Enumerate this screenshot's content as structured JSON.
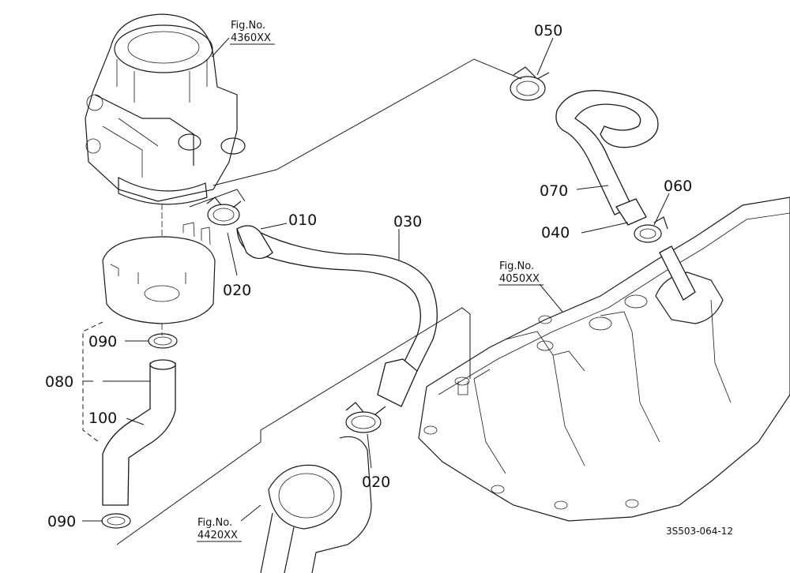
{
  "figure_refs": {
    "breather": [
      "Fig.No.",
      "4360XX"
    ],
    "head_cover": [
      "Fig.No.",
      "4050XX"
    ],
    "intake": [
      "Fig.No.",
      "4420XX"
    ]
  },
  "callouts": {
    "c010": "010",
    "c020a": "020",
    "c020b": "020",
    "c030": "030",
    "c040": "040",
    "c050": "050",
    "c060": "060",
    "c070": "070",
    "c080": "080",
    "c090a": "090",
    "c090b": "090",
    "c100": "100"
  },
  "drawing_code": "3S503-064-12"
}
